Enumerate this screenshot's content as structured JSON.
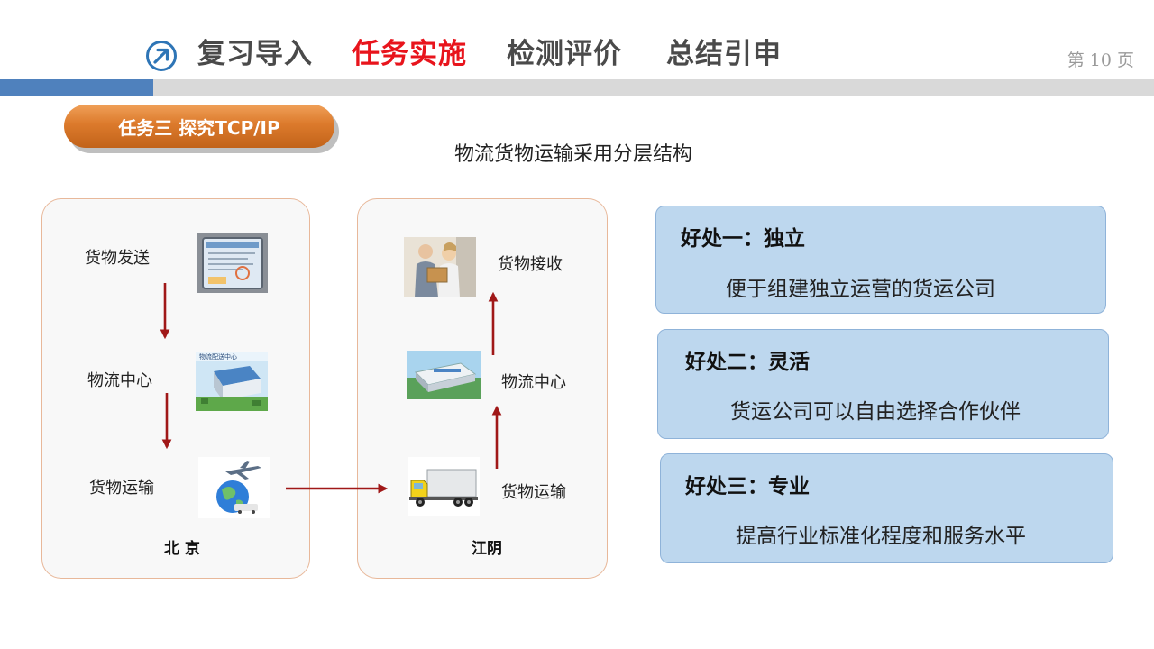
{
  "header": {
    "tabs": [
      {
        "label": "复习导入",
        "active": false
      },
      {
        "label": "任务实施",
        "active": true
      },
      {
        "label": "检测评价",
        "active": false
      },
      {
        "label": "总结引申",
        "active": false
      }
    ],
    "page_number": "第 10 页"
  },
  "task_label": "任务三  探究TCP/IP",
  "subtitle": "物流货物运输采用分层结构",
  "diagram": {
    "left": {
      "city": "北 京",
      "steps": [
        "货物发送",
        "物流中心",
        "货物运输"
      ]
    },
    "right": {
      "city": "江阴",
      "steps": [
        "货物接收",
        "物流中心",
        "货物运输"
      ]
    },
    "pictures": {
      "sending": "tablet-form-picture",
      "center": "logistics-center-picture",
      "transport": "airplane-globe-picture",
      "receiving": "delivery-person-picture",
      "truck": "truck-picture"
    },
    "arrow_color": "#a01818"
  },
  "benefits": [
    {
      "title": "好处一：独立",
      "desc": "便于组建独立运营的货运公司"
    },
    {
      "title": "好处二：灵活",
      "desc": "货运公司可以自由选择合作伙伴"
    },
    {
      "title": "好处三：专业",
      "desc": "提高行业标准化程度和服务水平"
    }
  ],
  "colors": {
    "active_tab": "#e8141c",
    "tab": "#4a4a4a",
    "progress_blue": "#4f81bd",
    "task_pill": "#dc7a2c",
    "benefit_fill": "#bdd7ee"
  }
}
